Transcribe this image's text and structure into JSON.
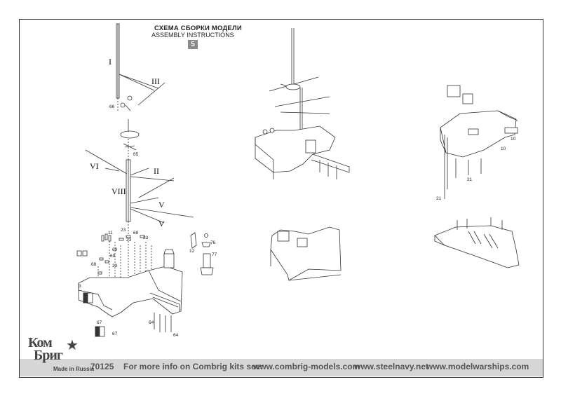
{
  "header": {
    "title_ru": "СХЕМА СБОРКИ МОДЕЛИ",
    "title_en": "ASSEMBLY INSTRUCTIONS",
    "step": "5"
  },
  "parts": {
    "roman": [
      "I",
      "III",
      "VI",
      "II",
      "VIII",
      "V",
      "V"
    ],
    "numbers": [
      "66",
      "65",
      "23",
      "68",
      "23",
      "11",
      "69",
      "69",
      "23",
      "68",
      "23",
      "76",
      "12",
      "77",
      "3",
      "67",
      "67",
      "64",
      "64",
      "10",
      "10",
      "21",
      "21"
    ]
  },
  "footer": {
    "kit_number": "70125",
    "info_text": "For more info on Combrig kits see:",
    "url1": "www.combrig-models.com",
    "url2": "www.steelnavy.net",
    "url3": "www.modelwarships.com"
  },
  "logo": {
    "line1": "Ком",
    "line2": "Бриг",
    "made_in": "Made in Russia"
  },
  "colors": {
    "line": "#333333",
    "footer_band": "#d6d6d6",
    "badge": "#8a8a8a"
  }
}
